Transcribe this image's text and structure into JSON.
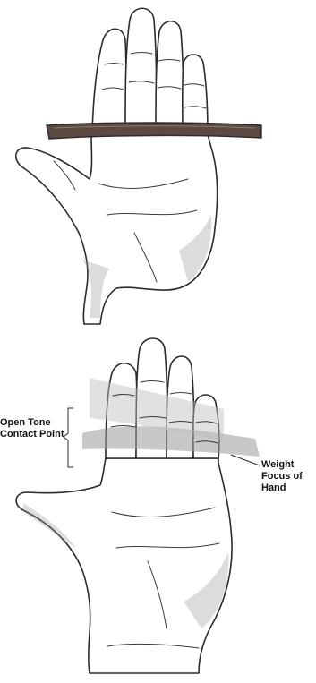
{
  "figures": [
    {
      "id": "top",
      "description_labels": []
    },
    {
      "id": "bottom",
      "labels": {
        "open_tone": [
          "Open Tone",
          "Contact Point"
        ],
        "weight_focus": [
          "Weight",
          "Focus of",
          "Hand"
        ]
      }
    }
  ],
  "colors": {
    "ink": "#2b2b2b",
    "stick": "#5a4a42",
    "shade": "#9a9a9a",
    "highlight_band": "#bdbdbd"
  }
}
